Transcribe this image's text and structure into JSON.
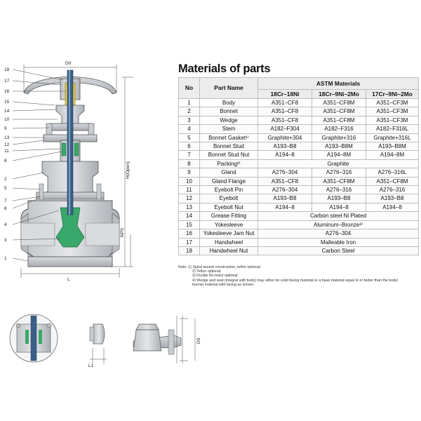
{
  "title": "Materials of parts",
  "table": {
    "col_no": "No",
    "col_part": "Part Name",
    "col_group": "ASTM Materials",
    "grades": [
      "18Cr–18Ni",
      "18Cr–9Ni–2Mo",
      "17Cr–9Ni–2Mo"
    ],
    "rows": [
      {
        "no": "1",
        "part": "Body",
        "m": [
          "A351–CF8",
          "A351–CF8M",
          "A351–CF3M"
        ]
      },
      {
        "no": "2",
        "part": "Bonnet",
        "m": [
          "A351–CF8",
          "A351–CF8M",
          "A351–CF3M"
        ]
      },
      {
        "no": "3",
        "part": "Wedge",
        "m": [
          "A351–CF8",
          "A351–CF8M",
          "A351–CF3M"
        ]
      },
      {
        "no": "4",
        "part": "Stem",
        "m": [
          "A182–F304",
          "A182–F316",
          "A182–F316L"
        ]
      },
      {
        "no": "5",
        "part": "Bonnet Gasket¹⁾",
        "m": [
          "Graphite+304",
          "Graphite+316",
          "Graphite+316L"
        ]
      },
      {
        "no": "6",
        "part": "Bonnet Stud",
        "m": [
          "A193–B8",
          "A193–B8M",
          "A193–B8M"
        ]
      },
      {
        "no": "7",
        "part": "Bonnet Stud Nut",
        "m": [
          "A194–8",
          "A194–8M",
          "A194–8M"
        ]
      },
      {
        "no": "8",
        "part": "Packing²⁾",
        "span": "Graphite"
      },
      {
        "no": "9",
        "part": "Gland",
        "m": [
          "A276–304",
          "A276–316",
          "A276–316L"
        ]
      },
      {
        "no": "10",
        "part": "Gland Flange",
        "m": [
          "A351–CF8",
          "A351–CF8M",
          "A351–CF8M"
        ]
      },
      {
        "no": "11",
        "part": "Eyebolt Pin",
        "m": [
          "A276–304",
          "A276–316",
          "A276–316"
        ]
      },
      {
        "no": "12",
        "part": "Eyebolt",
        "m": [
          "A193–B8",
          "A193–B8",
          "A193–B8"
        ]
      },
      {
        "no": "13",
        "part": "Eyebolt Nut",
        "m": [
          "A194–8",
          "A194–8",
          "A194–8"
        ]
      },
      {
        "no": "14",
        "part": "Grease Fitting",
        "span": "Carbon steel Ni Plated"
      },
      {
        "no": "15",
        "part": "Yokesleeve",
        "span": "Aluminum–Bronze³⁾"
      },
      {
        "no": "16",
        "part": "Yokesleeve Jam Nut",
        "span": "A276–304"
      },
      {
        "no": "17",
        "part": "Handwheel",
        "span": "Malleable Iron"
      },
      {
        "no": "18",
        "part": "Handwheel Nut",
        "span": "Carbon Steel"
      }
    ]
  },
  "notes": [
    "Note: 1) Spiral wound construction, teflon optional",
    "2) Teflon optional.",
    "3) Ductile Ni–resist optional.",
    "4) Wedge and seat (integral with body) may either be solid facing material or a base material equal to or better than the body/",
    "bonnet material with facing as shown."
  ],
  "drawing": {
    "callouts": [
      "18",
      "17",
      "16",
      "15",
      "14",
      "10",
      "9",
      "13",
      "12",
      "11",
      "8",
      "2",
      "5",
      "7",
      "6",
      "4",
      "3",
      "1"
    ],
    "dim_d0": "D0",
    "dim_h": "H(Open)",
    "dim_nps": "NPS",
    "dim_l": "L",
    "dim_l1": "L1",
    "dim_d0_small": "D0"
  },
  "colors": {
    "green_part": "#3aa86a",
    "yellow_part": "#e8d04a",
    "stem_blue": "#3b5f88",
    "table_header_bg": "#ececec",
    "table_border": "#bdbdbd"
  }
}
